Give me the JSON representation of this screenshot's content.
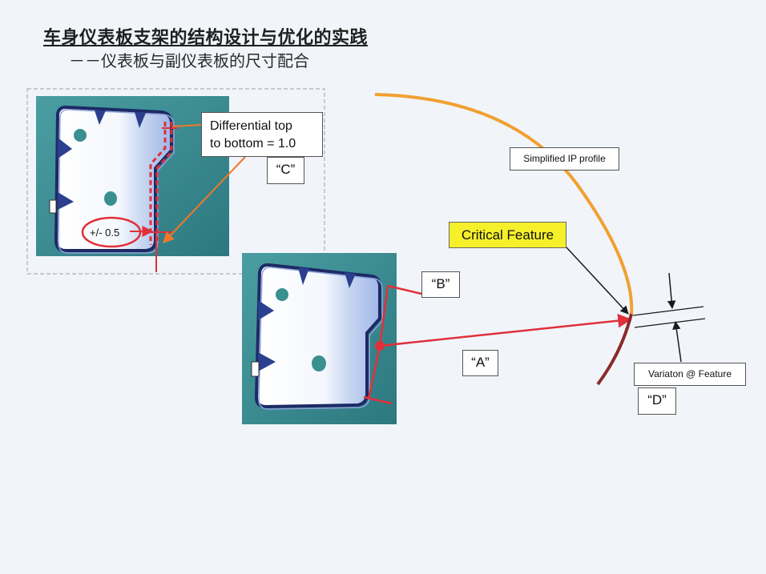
{
  "title": "车身仪表板支架的结构设计与优化的实践",
  "subtitle": "－－仪表板与副仪表板的尺寸配合",
  "labels": {
    "differential_line1": "Differential top",
    "differential_line2": "to bottom = 1.0",
    "tolerance": "+/- 0.5",
    "c": "“C”",
    "b": "“B”",
    "a": "“A”",
    "d": "“D”",
    "simplified_ip_profile": "Simplified IP profile",
    "critical_feature": "Critical Feature",
    "variation_at_feature": "Variaton @ Feature"
  },
  "colors": {
    "background": "#f1f5fa",
    "panel_teal": "#3f8d92",
    "ip_profile_orange": "#f2a032",
    "measurement_red": "#e0303a",
    "lower_profile_maroon": "#8b2a2a",
    "critical_feature_fill": "#f5f02a",
    "leader_orange": "#f07828"
  }
}
